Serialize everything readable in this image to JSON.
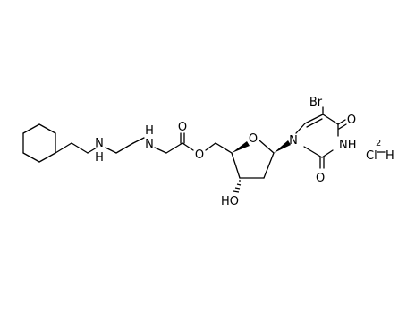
{
  "molecule": {
    "atoms": {
      "nh_left": "N",
      "h_left": "H",
      "nh_right": "N",
      "h_right": "H",
      "carbonyl_o": "O",
      "ester_o": "O",
      "ring_o": "O",
      "hydroxyl": "HO",
      "n1": "N",
      "bromine": "Br",
      "c4_o": "O",
      "n3h": "NH",
      "c2_o": "O"
    },
    "salt": {
      "cl": "Cl",
      "h": "H",
      "stoich": "2"
    }
  },
  "colors": {
    "bond": "#000000",
    "label": "#000000",
    "background": "#ffffff"
  }
}
